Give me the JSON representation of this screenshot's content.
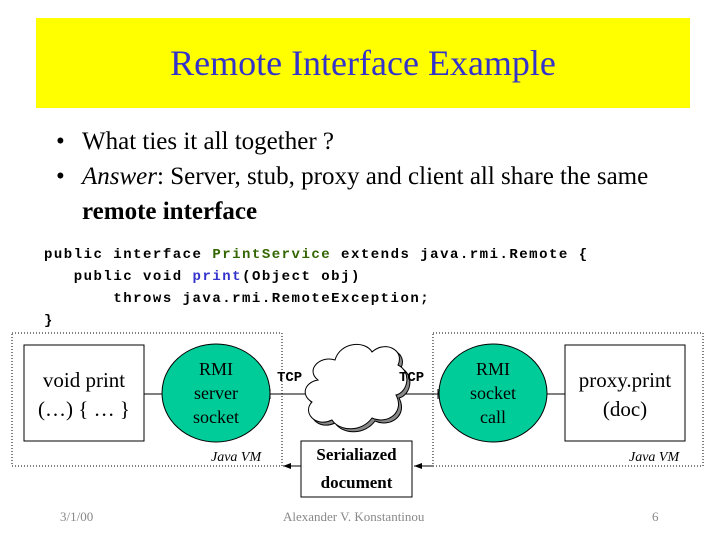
{
  "slide": {
    "title": "Remote Interface Example",
    "title_bg_color": "#ffff00",
    "title_color": "#3333cc",
    "bullets": [
      {
        "text": "What ties it all together ?"
      },
      {
        "italic_lead": "Answer",
        "text_after_lead": ": Server, stub, proxy and client all share the same ",
        "bold_tail": "remote interface"
      }
    ],
    "bullet_glyph": "•"
  },
  "code": {
    "lines": [
      {
        "indent": "",
        "parts": [
          {
            "t": "public interface ",
            "c": "plain"
          },
          {
            "t": "PrintService",
            "c": "green"
          },
          {
            "t": " extends java.rmi.Remote {",
            "c": "plain"
          }
        ]
      },
      {
        "indent": "   ",
        "parts": [
          {
            "t": "public void ",
            "c": "plain"
          },
          {
            "t": "print",
            "c": "blue"
          },
          {
            "t": "(Object obj)",
            "c": "plain"
          }
        ]
      },
      {
        "indent": "       ",
        "parts": [
          {
            "t": "throws java.rmi.RemoteException;",
            "c": "plain"
          }
        ]
      },
      {
        "indent": "",
        "parts": [
          {
            "t": "}",
            "c": "plain"
          }
        ]
      }
    ]
  },
  "diagram": {
    "server_method": [
      "void print",
      "(…) { … }"
    ],
    "server_socket": [
      "RMI",
      "server",
      "socket"
    ],
    "client_socket": [
      "RMI",
      "socket",
      "call"
    ],
    "client_call": [
      "proxy.print",
      "(doc)"
    ],
    "tcp_left": "TCP",
    "tcp_right": "TCP",
    "jvm_left": "Java VM",
    "jvm_right": "Java VM",
    "serialized": [
      "Serialiazed",
      "document"
    ],
    "oval_color": "#00cc99",
    "network_icon": "cloud-icon"
  },
  "footer": {
    "date": "3/1/00",
    "author": "Alexander V. Konstantinou",
    "page": "6"
  }
}
